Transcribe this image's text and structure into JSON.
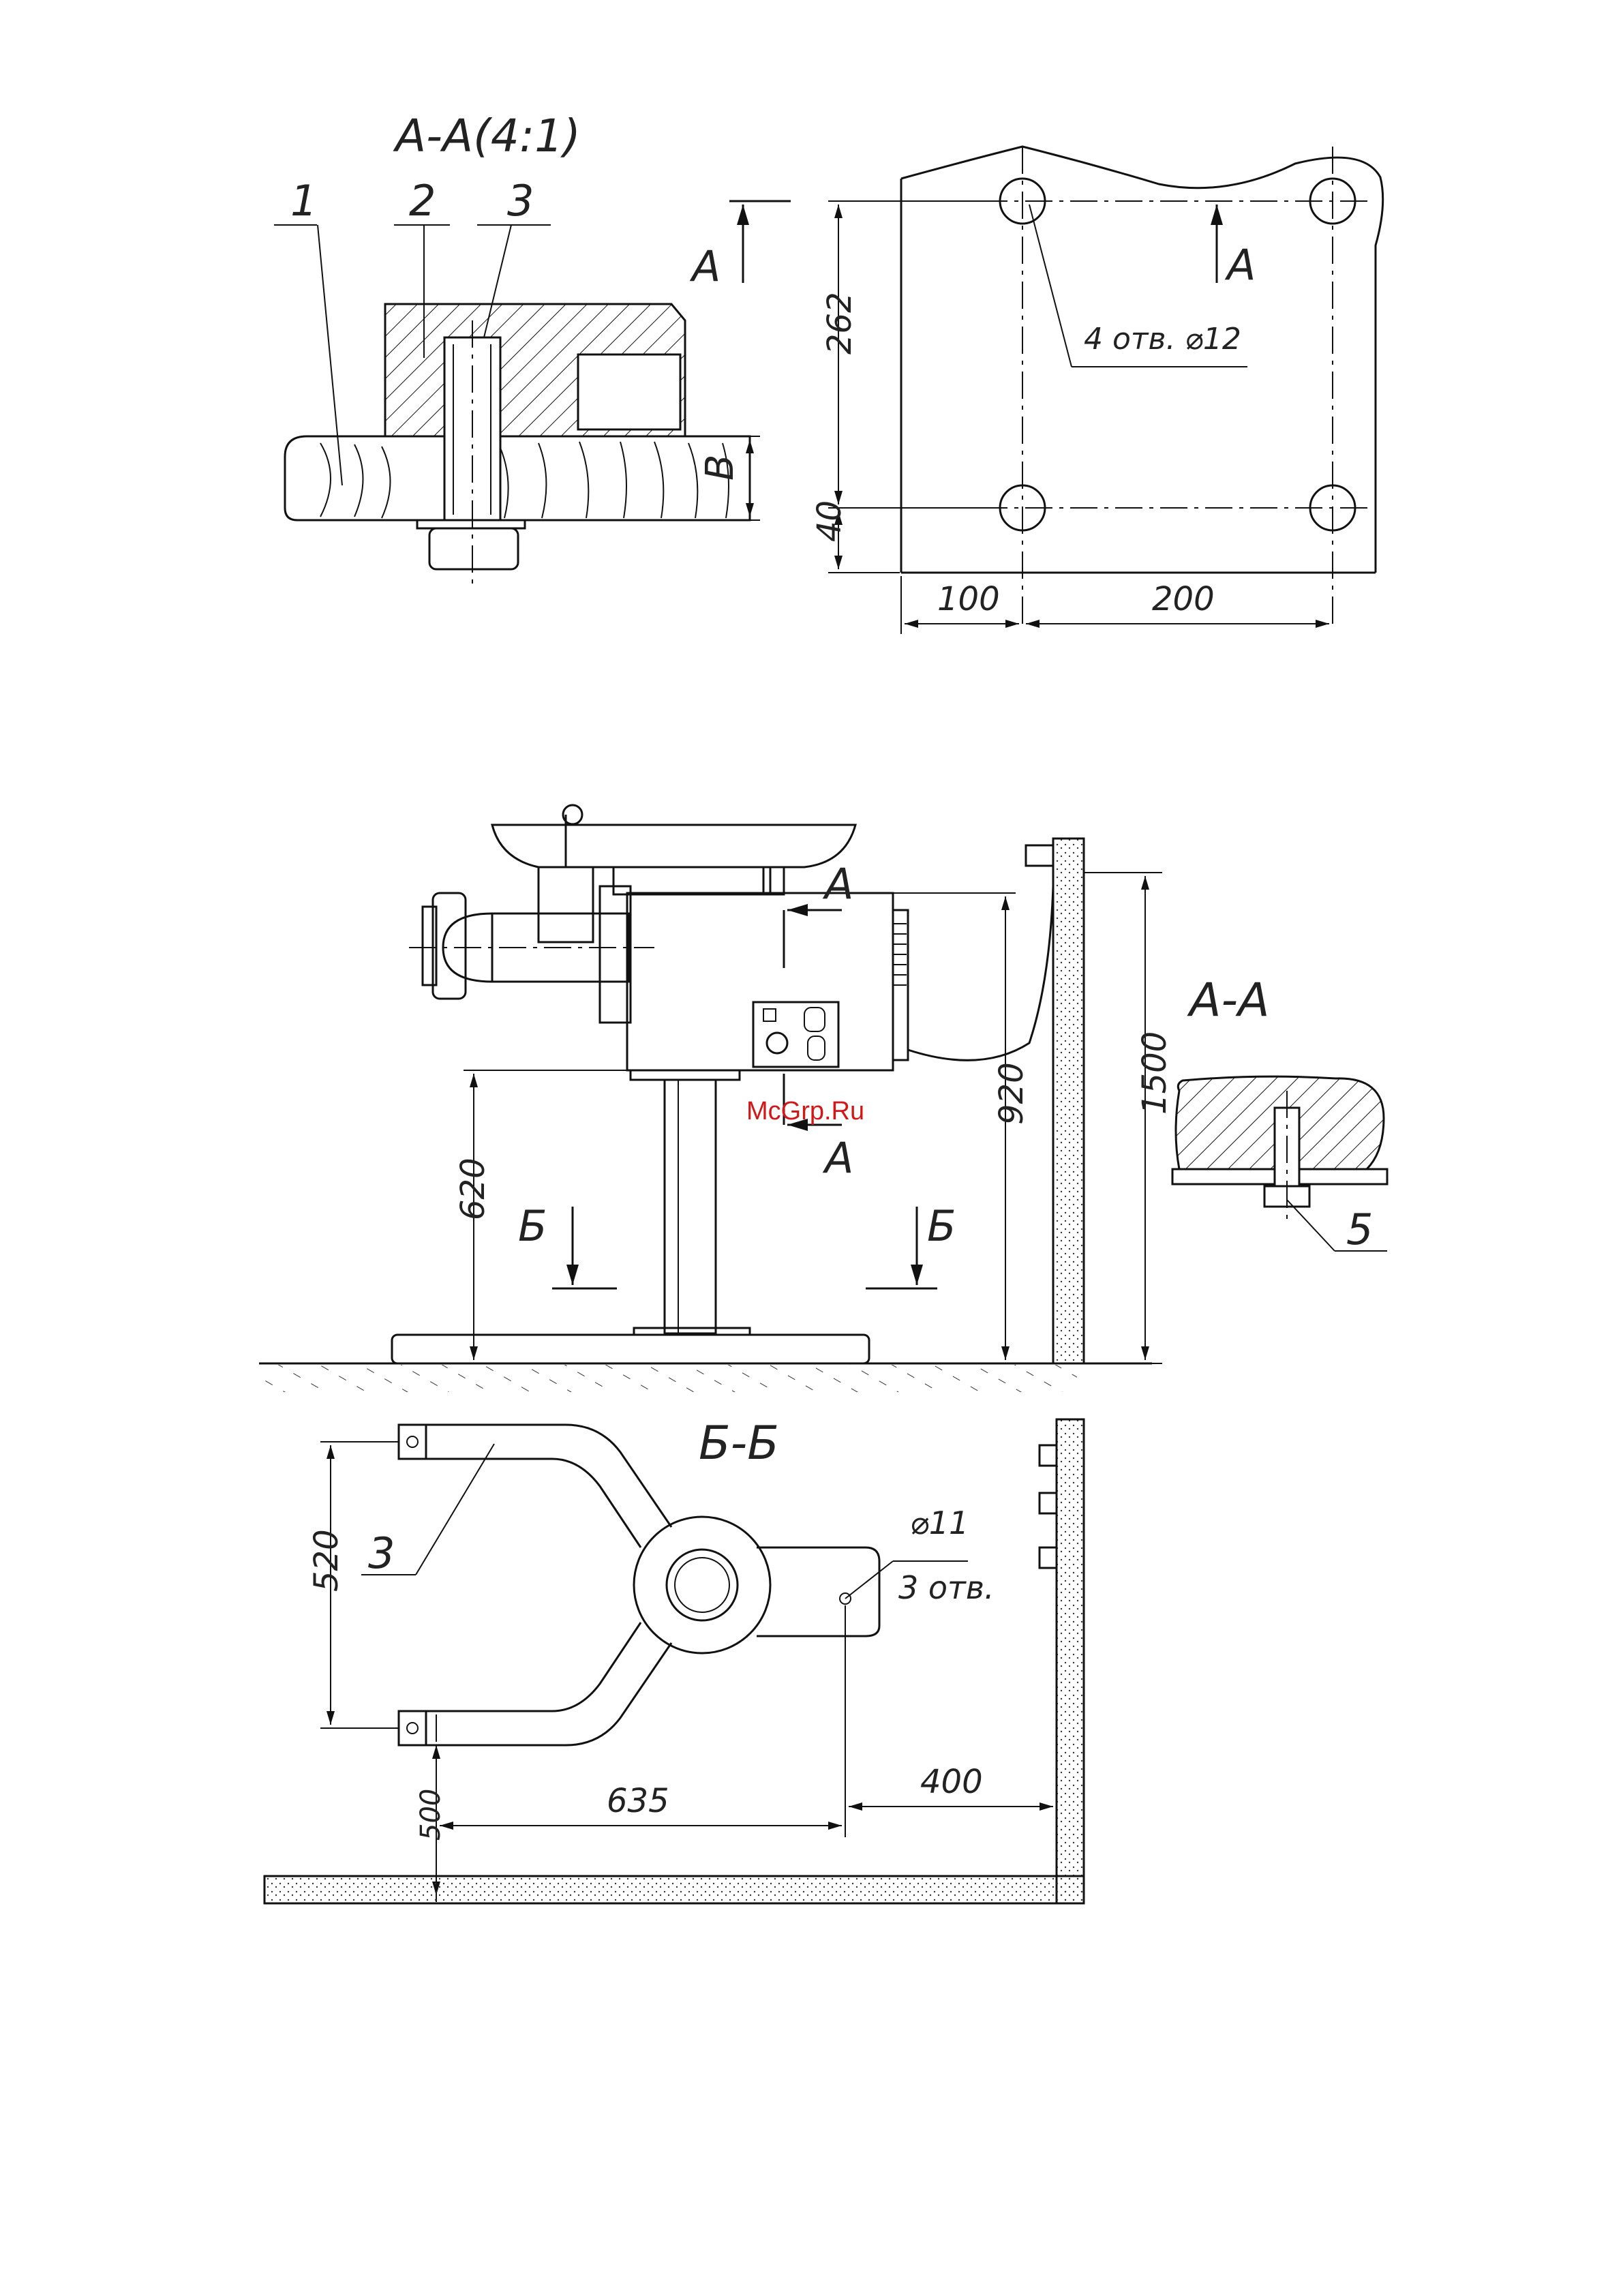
{
  "section_aa_41": {
    "title": "А-А(4:1)",
    "callouts": [
      "1",
      "2",
      "3"
    ],
    "dim_B": "В"
  },
  "plate_view": {
    "arrow_label_left": "А",
    "arrow_label_right": "А",
    "holes_note": "4 отв. ⌀12",
    "dim_262": "262",
    "dim_40": "40",
    "dim_100": "100",
    "dim_200": "200"
  },
  "elevation": {
    "cut_label_top": "А",
    "cut_label_bottom": "А",
    "dim_920": "920",
    "dim_1500": "1500",
    "dim_620": "620",
    "b_label_left": "Б",
    "b_label_right": "Б"
  },
  "section_aa": {
    "title": "А-А",
    "callout": "5"
  },
  "section_bb": {
    "title": "Б-Б",
    "callout": "3",
    "dim_520": "520",
    "dim_500": "500",
    "dim_635": "635",
    "dim_400": "400",
    "hole_diameter": "⌀11",
    "holes_count": "3 отв."
  },
  "watermark": "McGrp.Ru"
}
